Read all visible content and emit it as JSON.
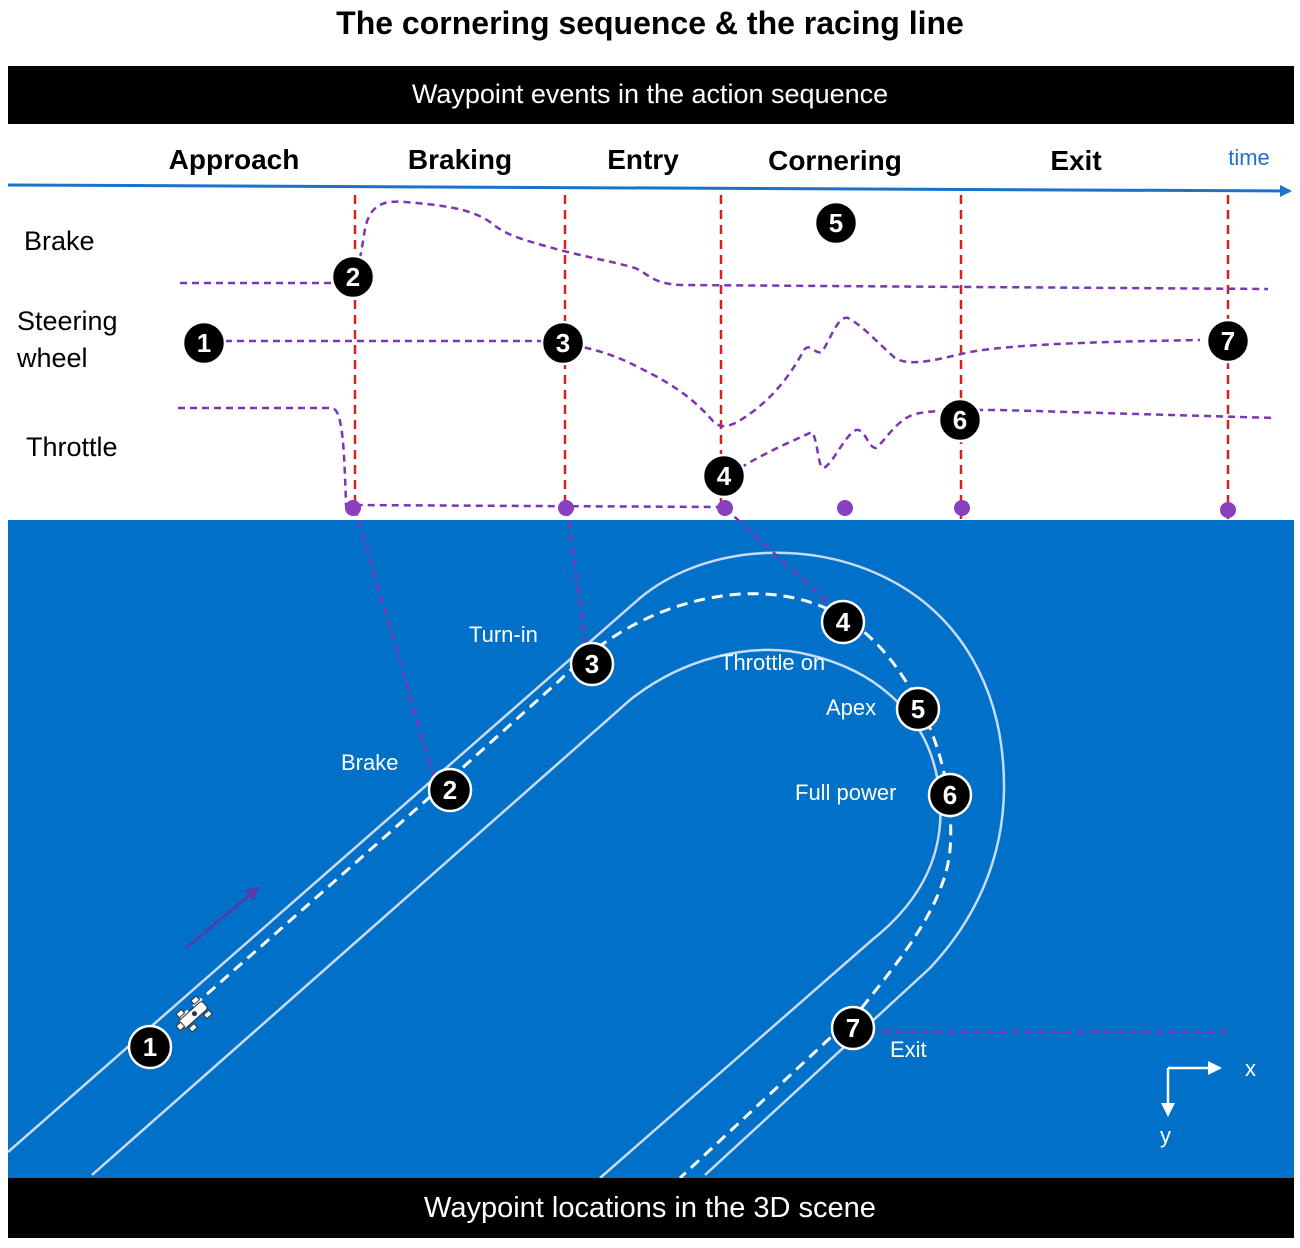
{
  "title": "The cornering sequence & the racing line",
  "top_banner": "Waypoint events in the action sequence",
  "bottom_banner": "Waypoint locations in the 3D scene",
  "phases": [
    "Approach",
    "Braking",
    "Entry",
    "Cornering",
    "Exit"
  ],
  "time_label": "time",
  "signals": {
    "brake": "Brake",
    "steering_line1": "Steering",
    "steering_line2": "wheel",
    "throttle": "Throttle"
  },
  "waypoints": {
    "w1": "1",
    "w2": "2",
    "w3": "3",
    "w4": "4",
    "w5": "5",
    "w6": "6",
    "w7": "7"
  },
  "track_labels": {
    "brake": "Brake",
    "turn_in": "Turn-in",
    "throttle_on": "Throttle on",
    "apex": "Apex",
    "full_power": "Full power",
    "exit": "Exit"
  },
  "axes": {
    "x": "x",
    "y": "y"
  },
  "colors": {
    "blue_bg": "#0070c8",
    "timeline_blue": "#1d72c9",
    "dashed_red": "#d92020",
    "signal_purple": "#7b35b5",
    "banner_black": "#000000"
  }
}
